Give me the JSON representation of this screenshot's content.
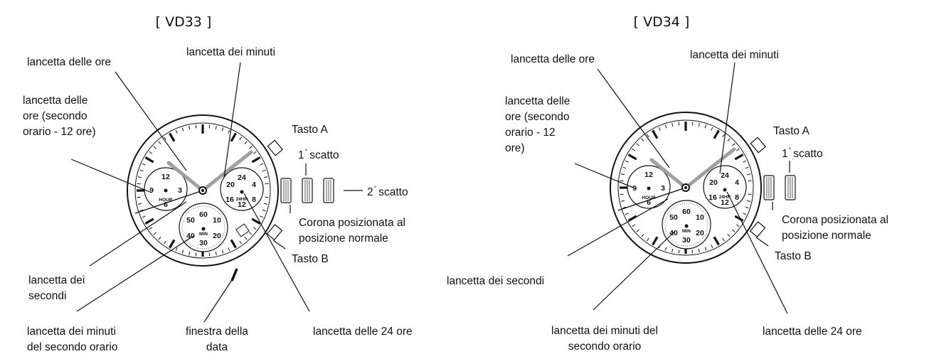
{
  "vd33": {
    "title": "[ VD33 ]",
    "hour_hand": "lancetta delle ore",
    "minute_hand": "lancetta dei minuti",
    "second_tz_hour": [
      "lancetta delle",
      "ore (secondo",
      "orario - 12 ore)"
    ],
    "button_a": "Tasto A",
    "click1": "1",
    "click1_suffix": "scatto",
    "click2": "2",
    "click2_suffix": "scatto",
    "crown": [
      "Corona posizionata al",
      "posizione normale"
    ],
    "button_b": "Tasto B",
    "seconds_hand": [
      "lancetta dei",
      "secondi"
    ],
    "minutes_second_tz": [
      "lancetta dei minuti",
      "del secondo orario"
    ],
    "date_window": [
      "finestra della",
      "data"
    ],
    "hand_24h": "lancetta delle 24 ore"
  },
  "vd34": {
    "title": "[ VD34 ]",
    "hour_hand": "lancetta delle ore",
    "minute_hand": "lancetta dei minuti",
    "second_tz_hour": [
      "lancetta delle",
      "ore (secondo",
      "orario - 12",
      "ore)"
    ],
    "button_a": "Tasto A",
    "click1": "1",
    "click1_suffix": "scatto",
    "crown": [
      "Corona posizionata al",
      "posizione normale"
    ],
    "button_b": "Tasto B",
    "seconds_hand": "lancetta dei secondi",
    "minutes_second_tz": [
      "lancetta dei minuti del",
      "secondo orario"
    ],
    "hand_24h": "lancetta delle 24 ore"
  },
  "dial": {
    "hour_sub": [
      "12",
      "3",
      "6",
      "9",
      "HOUR"
    ],
    "h24_sub": [
      "24",
      "4",
      "8",
      "12",
      "16",
      "20",
      "24HR"
    ],
    "min_sub": [
      "60",
      "10",
      "20",
      "30",
      "40",
      "50",
      "MIN"
    ]
  },
  "colors": {
    "ink": "#111111",
    "hand": "#a0a0a0"
  }
}
